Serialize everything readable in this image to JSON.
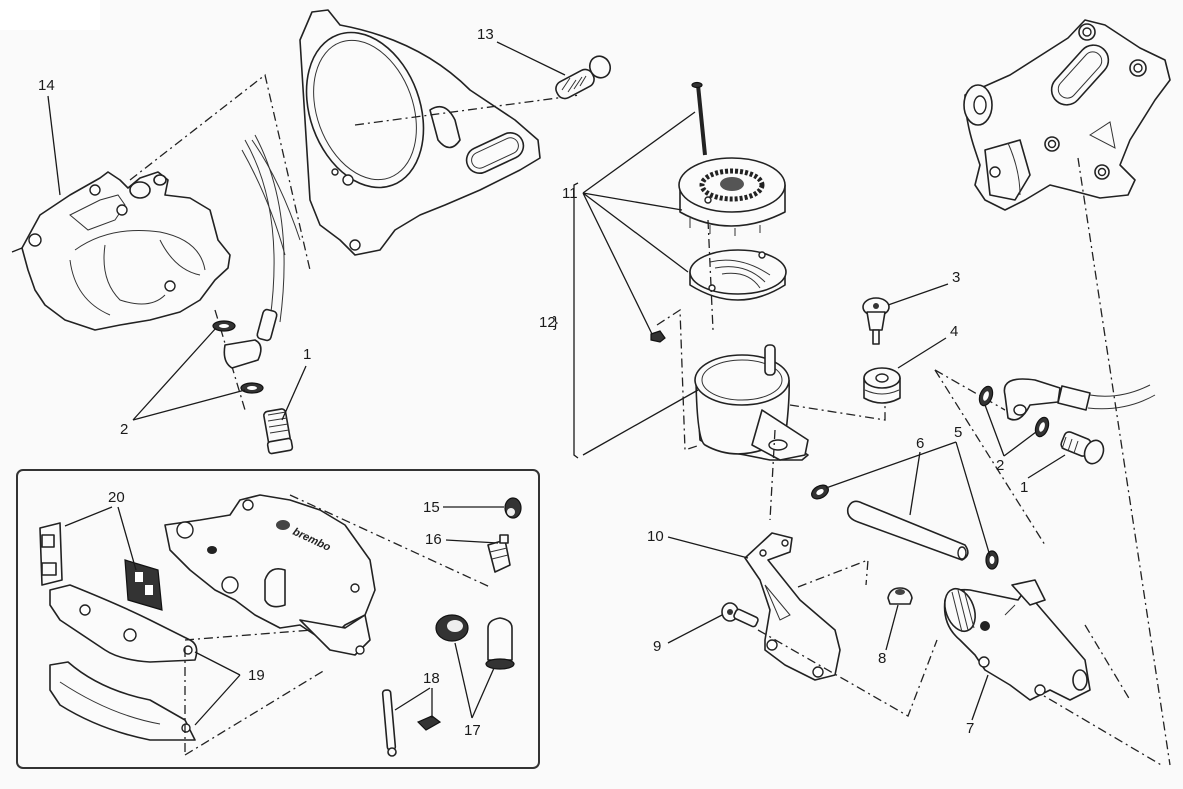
{
  "diagram": {
    "type": "exploded-parts-diagram",
    "subject": "rear brake system",
    "caliper_brand_marking": "brembo",
    "callouts": [
      {
        "id": "1",
        "label": "1",
        "part": "banjo bolt (caliper side)"
      },
      {
        "id": "1b",
        "label": "1",
        "part": "banjo bolt (master cylinder side)"
      },
      {
        "id": "2",
        "label": "2",
        "part": "sealing washers (caliper side)"
      },
      {
        "id": "2b",
        "label": "2",
        "part": "sealing washers (master cylinder side)"
      },
      {
        "id": "3",
        "label": "3",
        "part": "reservoir screw"
      },
      {
        "id": "4",
        "label": "4",
        "part": "rubber grommet"
      },
      {
        "id": "5",
        "label": "5",
        "part": "hose clamps"
      },
      {
        "id": "6",
        "label": "6",
        "part": "reservoir hose"
      },
      {
        "id": "7",
        "label": "7",
        "part": "rear brake master cylinder"
      },
      {
        "id": "8",
        "label": "8",
        "part": "nut"
      },
      {
        "id": "9",
        "label": "9",
        "part": "screw"
      },
      {
        "id": "10",
        "label": "10",
        "part": "master cylinder bracket"
      },
      {
        "id": "11",
        "label": "11",
        "part": "reservoir cap kit"
      },
      {
        "id": "12",
        "label": "12",
        "part": "fluid reservoir assembly"
      },
      {
        "id": "13",
        "label": "13",
        "part": "caliper mounting bolt"
      },
      {
        "id": "14",
        "label": "14",
        "part": "rear brake caliper"
      },
      {
        "id": "15",
        "label": "15",
        "part": "bleed valve cap"
      },
      {
        "id": "16",
        "label": "16",
        "part": "bleed valve"
      },
      {
        "id": "17",
        "label": "17",
        "part": "piston seal kit"
      },
      {
        "id": "18",
        "label": "18",
        "part": "pad pin and clip"
      },
      {
        "id": "19",
        "label": "19",
        "part": "brake pads"
      },
      {
        "id": "20",
        "label": "20",
        "part": "pad spring / shim"
      }
    ],
    "inset": {
      "title": "",
      "contains": [
        "15",
        "16",
        "17",
        "18",
        "19",
        "20"
      ]
    }
  }
}
